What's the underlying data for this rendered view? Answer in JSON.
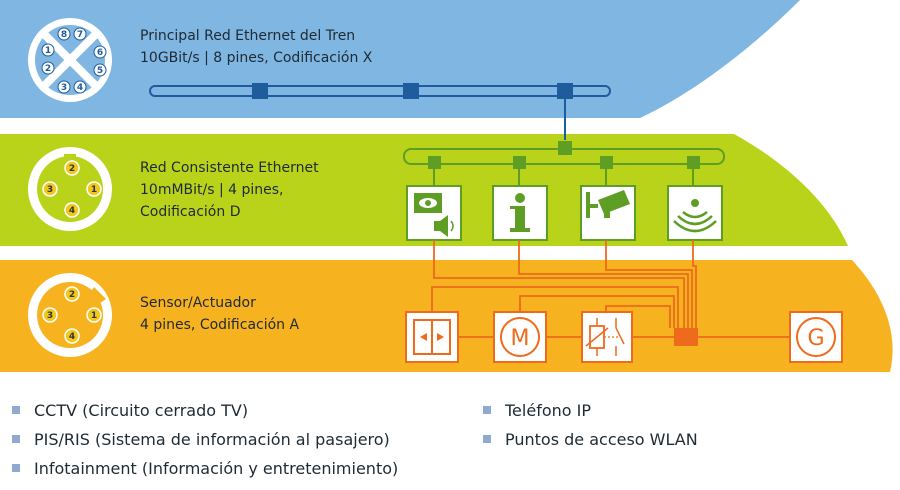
{
  "bands": {
    "top": {
      "title": "Principal Red Ethernet del Tren",
      "spec": "10GBit/s | 8 pines, Codificación X",
      "connector_pins": [
        "8",
        "7",
        "1",
        "6",
        "2",
        "5",
        "3",
        "4"
      ]
    },
    "middle": {
      "title": "Red Consistente Ethernet",
      "spec": "10mMBit/s | 4 pines,",
      "coding": "Codificación D",
      "connector_pins": [
        "2",
        "3",
        "1",
        "4"
      ]
    },
    "bottom": {
      "title": "Sensor/Actuador",
      "spec": "4 pines, Codificación A",
      "connector_pins": [
        "2",
        "3",
        "1",
        "4"
      ]
    }
  },
  "devices": {
    "middle": [
      "cctv-audio-icon",
      "info-icon",
      "camera-icon",
      "wlan-icon"
    ],
    "bottom": [
      "door-icon",
      "motor-icon",
      "switch-icon",
      "generator-icon"
    ],
    "motor_letter": "M",
    "generator_letter": "G"
  },
  "legend": {
    "left": [
      "CCTV (Circuito cerrado TV)",
      "PIS/RIS (Sistema de información al pasajero)",
      "Infotainment (Información y entretenimiento)"
    ],
    "right": [
      "Teléfono IP",
      "Puntos de acceso WLAN"
    ]
  },
  "colors": {
    "top_band": "#7fb6e2",
    "middle_band": "#b9d31b",
    "bottom_band": "#f7b21f",
    "top_line": "#1f5c9e",
    "middle_line": "#5e9e24",
    "bottom_line": "#ee6a1c",
    "legend_bullet": "#8fa9cf"
  }
}
